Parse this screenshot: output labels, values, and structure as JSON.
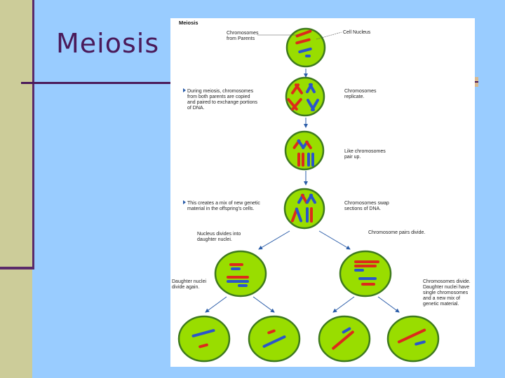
{
  "slide": {
    "title": "Meiosis"
  },
  "figure": {
    "heading": "Meiosis",
    "labels": {
      "parents": [
        "Chromosomes",
        "from Parents"
      ],
      "cell_nucleus": "Cell Nucleus",
      "during_meiosis": [
        "During meiosis, chromosomes",
        "from both parents are copied",
        "and paired to exchange portions",
        "of DNA."
      ],
      "replicate": [
        "Chromosomes",
        "replicate."
      ],
      "pair_up": [
        "Like chromosomes",
        "pair up."
      ],
      "mix": [
        "This creates a mix of new genetic",
        "material in the offspring's cells."
      ],
      "swap": [
        "Chromosomes swap",
        "sections of DNA."
      ],
      "nucleus_divides": [
        "Nucleus divides into",
        "daughter nuclei."
      ],
      "pairs_divide": "Chromosome pairs divide.",
      "daughter_divide": [
        "Daughter nuclei",
        "divide again."
      ],
      "chromosomes_divide": [
        "Chromosomes divide.",
        "Daughter nuclei have",
        "single chromosomes",
        "and a new mix of",
        "genetic material."
      ]
    },
    "colors": {
      "cell_fill": "#99dd00",
      "cell_border": "#3e7a1e",
      "maternal": "#dd2a1a",
      "paternal": "#2a55cc",
      "arrow": "#2a5ca8"
    }
  }
}
